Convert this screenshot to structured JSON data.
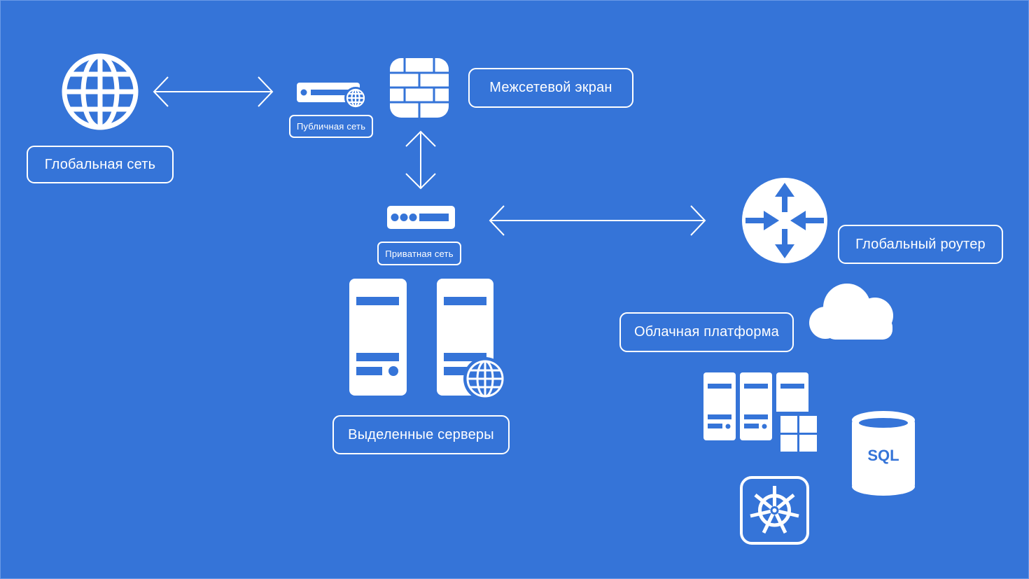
{
  "colors": {
    "background": "#3574d8",
    "foreground": "#ffffff"
  },
  "nodes": {
    "global_network": {
      "label": "Глобальная сеть",
      "icon": "globe-icon"
    },
    "public_network": {
      "label": "Публичная сеть",
      "icon": "server-globe-icon"
    },
    "firewall": {
      "label": "Межсетевой экран",
      "icon": "firewall-icon"
    },
    "private_network": {
      "label": "Приватная сеть",
      "icon": "network-switch-icon"
    },
    "dedicated_servers": {
      "label": "Выделенные серверы",
      "icon": "server-tower-icon"
    },
    "global_router": {
      "label": "Глобальный роутер",
      "icon": "router-icon"
    },
    "cloud_platform": {
      "label": "Облачная платформа",
      "icon": "cloud-icon"
    },
    "database": {
      "text": "SQL",
      "icon": "database-icon"
    },
    "kubernetes": {
      "icon": "kubernetes-icon"
    },
    "vm_cluster": {
      "icon": "server-cluster-windows-icon"
    }
  },
  "connections": [
    {
      "from": "global_network",
      "to": "public_network",
      "type": "bidirectional"
    },
    {
      "from": "firewall",
      "to": "private_network",
      "type": "bidirectional"
    },
    {
      "from": "private_network",
      "to": "global_router",
      "type": "bidirectional"
    }
  ]
}
